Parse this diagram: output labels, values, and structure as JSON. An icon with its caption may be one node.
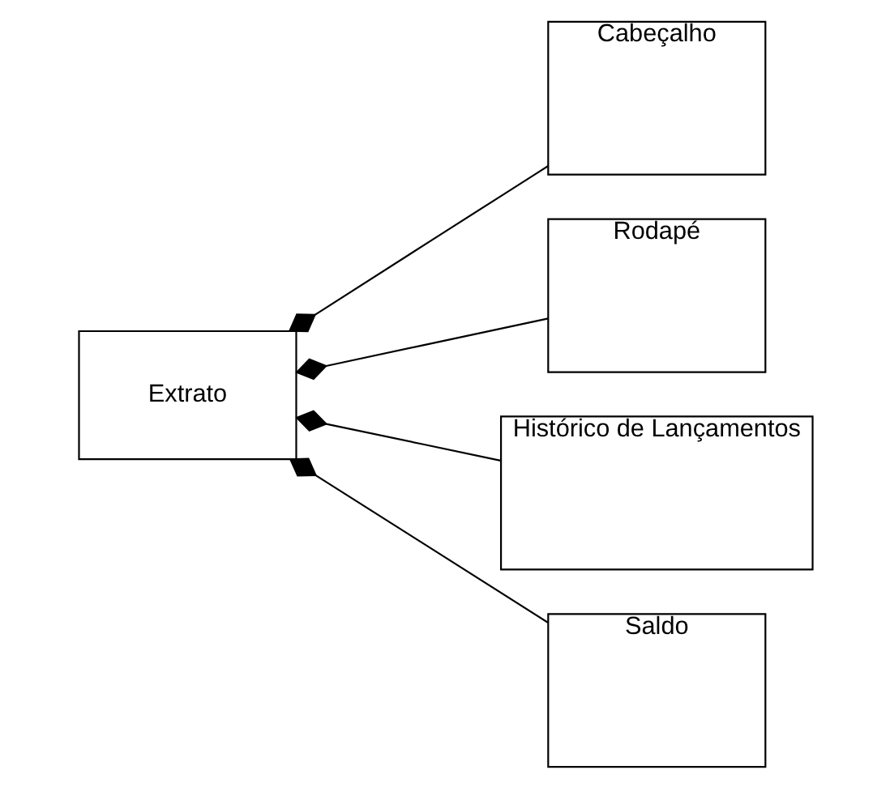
{
  "diagram": {
    "nodes": [
      {
        "text": [
          "Extrato"
        ]
      },
      {
        "text": [
          "Cabeçalho"
        ]
      },
      {
        "text": [
          "Rodapé"
        ]
      },
      {
        "text": [
          "Histórico de Lançamentos"
        ]
      },
      {
        "text": [
          "Saldo"
        ]
      }
    ],
    "edges": [
      {
        "from": 0,
        "to": 1,
        "arrow": "other"
      },
      {
        "from": 0,
        "to": 2,
        "arrow": "other"
      },
      {
        "from": 0,
        "to": 3,
        "arrow": "other"
      },
      {
        "from": 0,
        "to": 4,
        "arrow": "other"
      }
    ]
  }
}
